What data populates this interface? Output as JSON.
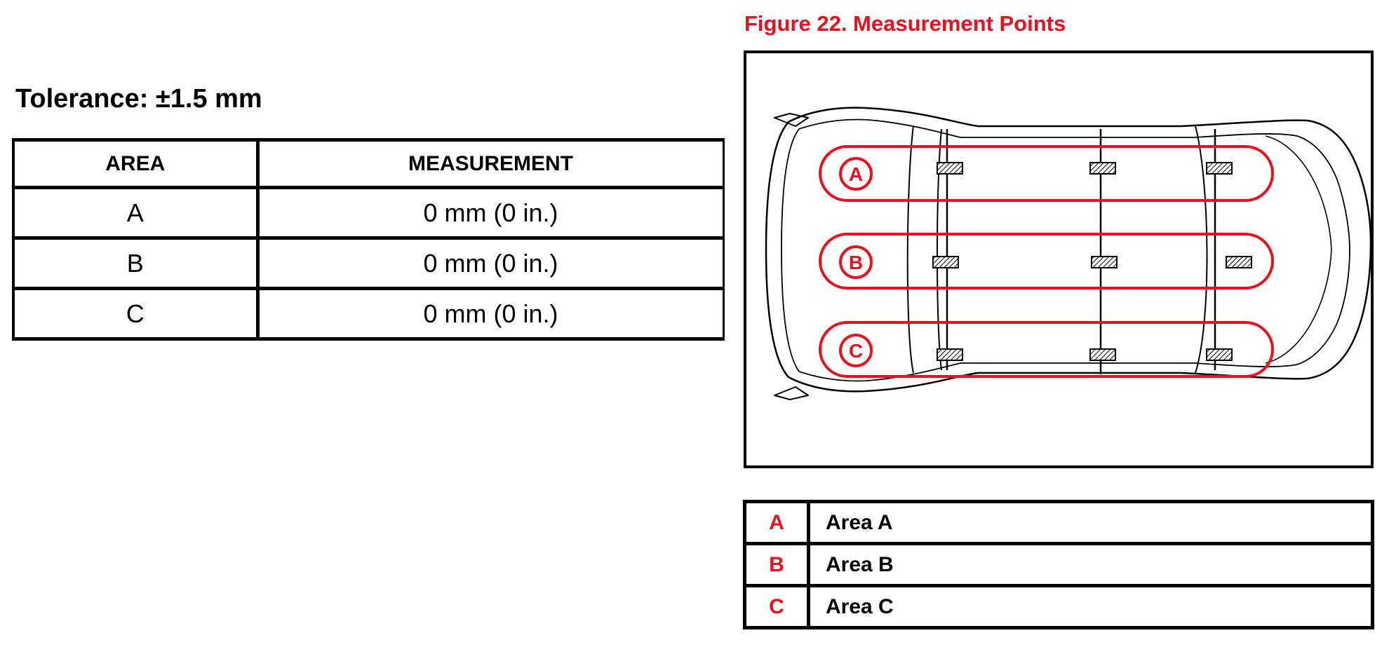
{
  "tolerance_text": "Tolerance: ±1.5 mm",
  "measurement_table": {
    "headers": [
      "AREA",
      "MEASUREMENT"
    ],
    "rows": [
      {
        "area": "A",
        "measurement": "0 mm (0 in.)"
      },
      {
        "area": "B",
        "measurement": "0 mm (0 in.)"
      },
      {
        "area": "C",
        "measurement": "0 mm (0 in.)"
      }
    ]
  },
  "figure": {
    "title": "Figure 22. Measurement Points",
    "area_labels": [
      "A",
      "B",
      "C"
    ]
  },
  "legend": [
    {
      "code": "A",
      "description": "Area A"
    },
    {
      "code": "B",
      "description": "Area B"
    },
    {
      "code": "C",
      "description": "Area C"
    }
  ],
  "colors": {
    "accent_red": "#e8111d",
    "line": "#000000"
  }
}
